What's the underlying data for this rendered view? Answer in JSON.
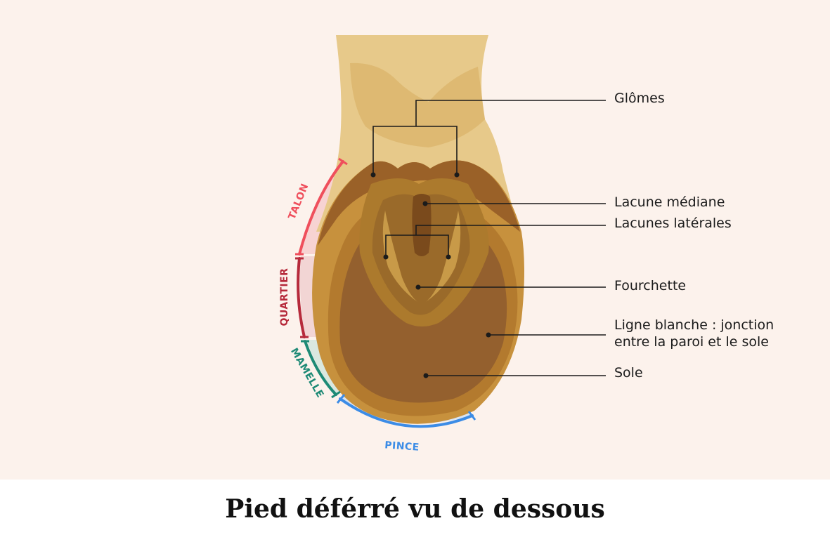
{
  "caption": "Pied déférré vu de dessous",
  "labels": {
    "glomes": "Glômes",
    "lacune_mediane": "Lacune médiane",
    "lacunes_laterales": "Lacunes latérales",
    "fourchette": "Fourchette",
    "ligne_blanche_1": "Ligne blanche : jonction",
    "ligne_blanche_2": "entre la paroi et le sole",
    "sole": "Sole"
  },
  "zones": {
    "talon": "TALON",
    "quartier": "QUARTIER",
    "mamelle": "MAMELLE",
    "pince": "PINCE"
  },
  "colors": {
    "background": "#fcf2ec",
    "leg": "#e7c98a",
    "hoof_wall": "#c7913d",
    "sole": "#94602e",
    "frog": "#ac7a2d",
    "talon": "#ef4f5c",
    "quartier": "#b62a3b",
    "mamelle": "#1e8a76",
    "pince": "#3c8ce6"
  }
}
